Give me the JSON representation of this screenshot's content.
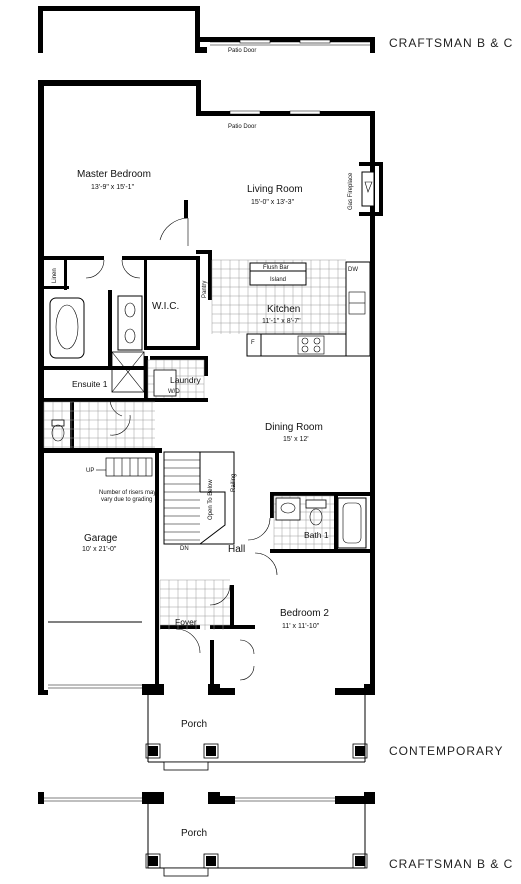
{
  "variants": {
    "top": "CRAFTSMAN B & C",
    "middle": "CONTEMPORARY",
    "bottom": "CRAFTSMAN B & C"
  },
  "rooms": {
    "master_bedroom": {
      "name": "Master Bedroom",
      "dims": "13'-9\" x 15'-1\""
    },
    "living_room": {
      "name": "Living Room",
      "dims": "15'-0\" x 13'-3\""
    },
    "kitchen": {
      "name": "Kitchen",
      "dims": "11'-1\" x 8'-7\""
    },
    "dining_room": {
      "name": "Dining Room",
      "dims": "15' x 12'"
    },
    "garage": {
      "name": "Garage",
      "dims": "10' x 21'-0\""
    },
    "bedroom2": {
      "name": "Bedroom 2",
      "dims": "11' x 11'-10\""
    },
    "wic": {
      "name": "W.I.C."
    },
    "ensuite": {
      "name": "Ensuite 1"
    },
    "laundry": {
      "name": "Laundry"
    },
    "bath1": {
      "name": "Bath 1"
    },
    "hall": {
      "name": "Hall"
    },
    "foyer": {
      "name": "Foyer"
    },
    "porch": {
      "name": "Porch"
    }
  },
  "labels": {
    "patio_door": "Patio Door",
    "gas_fireplace": "Gas Fireplace",
    "flush_bar": "Flush Bar",
    "island": "Island",
    "pantry": "Pantry",
    "linen": "Linen",
    "wd": "W/D",
    "dw": "DW",
    "railing": "Railing",
    "open_to_below": "Open To Below",
    "up": "UP",
    "dn": "DN",
    "risers_note_1": "Number of risers may",
    "risers_note_2": "vary due to grading",
    "fridge": "F"
  }
}
